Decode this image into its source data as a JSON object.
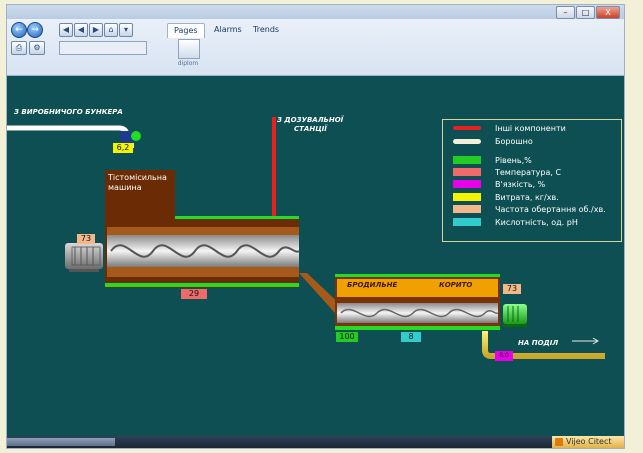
{
  "window": {
    "minimize": "–",
    "maximize": "□",
    "close": "X"
  },
  "ribbon": {
    "tabs": [
      {
        "label": "Pages",
        "active": true
      },
      {
        "label": "Alarms",
        "active": false
      },
      {
        "label": "Trends",
        "active": false
      }
    ],
    "page_button_label": "diplom"
  },
  "process": {
    "inlet_bunker_label": "З ВИРОБНИЧОГО БУНКЕРА",
    "dosing_station_label_1": "З ДОЗУВАЛЬНОЇ",
    "dosing_station_label_2": "СТАНЦІЇ",
    "mixer_label_1": "Тістомісильна",
    "mixer_label_2": "машина",
    "valve_value": "6,2",
    "mixer_motor_value": "73",
    "mixer_level_value": "29",
    "trough_label_1": "БРОДИЛЬНЕ",
    "trough_label_2": "КОРИТО",
    "trough_motor_value": "73",
    "trough_level_value": "100",
    "trough_temp_value": "8",
    "outlet_label": "НА ПОДІЛ",
    "outlet_value": "8,0"
  },
  "legend": {
    "items": [
      {
        "label": "Інші компоненти",
        "color": "#e82020"
      },
      {
        "label": "Борошно",
        "color": "#f2f0d8"
      },
      {
        "label": "Рівень,%",
        "color": "#22cc22"
      },
      {
        "label": "Температура, С",
        "color": "#f06a6a"
      },
      {
        "label": "В'язкість, %",
        "color": "#e800e8"
      },
      {
        "label": "Витрата, кг/хв.",
        "color": "#f4f400"
      },
      {
        "label": "Частота обертання об./хв.",
        "color": "#f2b88a"
      },
      {
        "label": "Кислотність, од. pH",
        "color": "#33cccc"
      }
    ]
  },
  "status": {
    "brand": "Vijeo Citect"
  },
  "colors": {
    "background": "#0d4f52",
    "flour_pipe": "#f2f0d8",
    "component_pipe": "#e82020",
    "vessel": "#8b3a0a",
    "level_green": "#22cc22",
    "temperature_red": "#f06a6a",
    "frequency_orange": "#f2b88a",
    "flow_yellow": "#f4f400",
    "viscosity_magenta": "#e800e8",
    "acidity_cyan": "#33cccc"
  },
  "icons": {
    "back": "arrow-left-icon",
    "forward": "arrow-right-icon",
    "home": "home-icon",
    "print": "printer-icon",
    "motor": "electric-motor-icon",
    "valve": "valve-icon"
  }
}
